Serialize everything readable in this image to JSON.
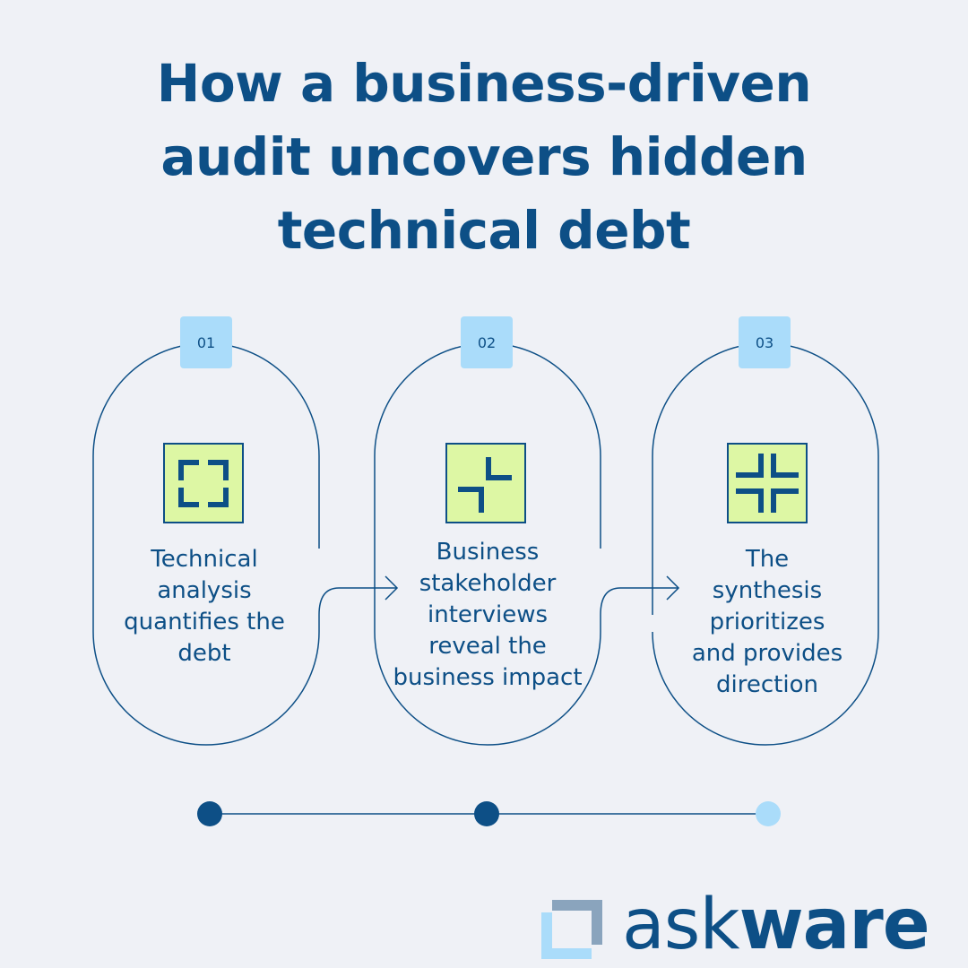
{
  "title": {
    "line1": "How a business-driven",
    "line2": "audit uncovers hidden",
    "line3": "technical debt"
  },
  "steps": [
    {
      "number": "01",
      "icon": "open-square-corners-icon",
      "lines": [
        "Technical",
        "analysis",
        "quantifies the",
        "debt"
      ]
    },
    {
      "number": "02",
      "icon": "converging-corners-icon",
      "lines": [
        "Business",
        "stakeholder",
        "interviews",
        "reveal the",
        "business impact"
      ]
    },
    {
      "number": "03",
      "icon": "cross-corners-icon",
      "lines": [
        "The",
        "synthesis",
        "prioritizes",
        "and provides",
        "direction"
      ]
    }
  ],
  "progress": {
    "completed_steps": 2,
    "total_steps": 3
  },
  "brand": {
    "light": "ask",
    "bold": "ware"
  },
  "colors": {
    "background": "#eff1f6",
    "primary": "#0d4f86",
    "badge": "#aadcfa",
    "icon_fill": "#ddf7a4",
    "progress_pending": "#aadcfa"
  }
}
